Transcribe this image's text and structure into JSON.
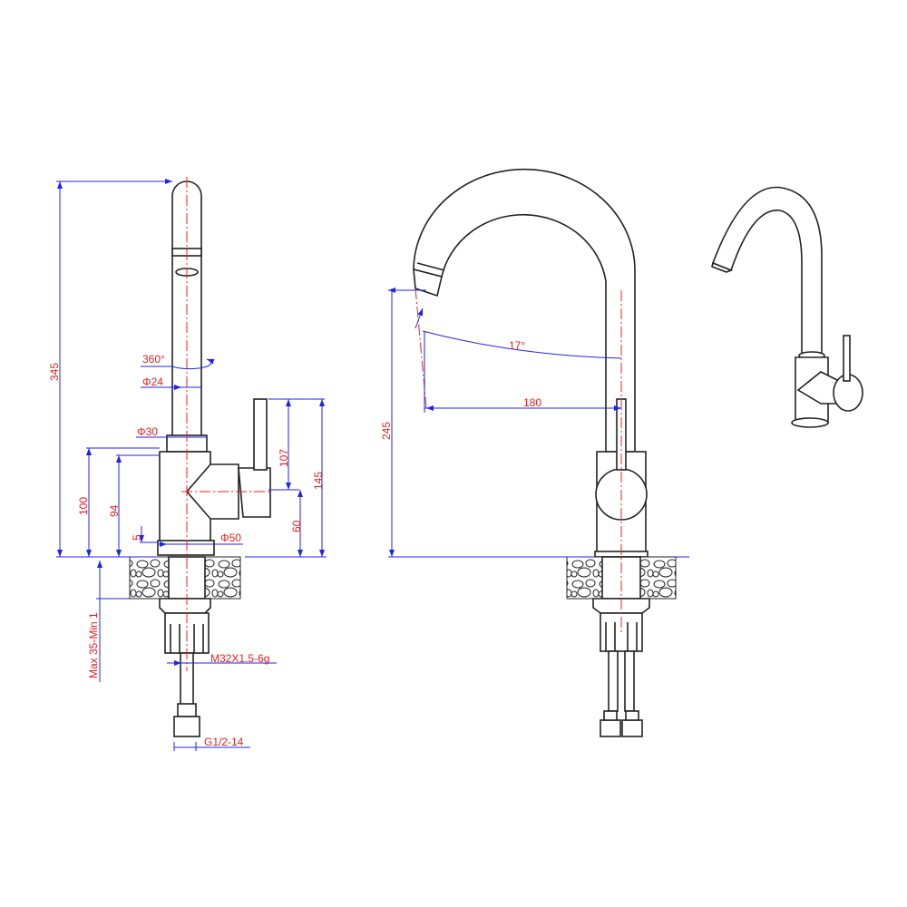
{
  "title": "Kitchen faucet technical drawing",
  "colors": {
    "outline": "#222222",
    "dimension": "#2222ee",
    "label": "#e41e1e"
  },
  "side_view": {
    "height_total": "345",
    "rotation": "360°",
    "spout_diameter": "Φ24",
    "collar_diameter": "Φ30",
    "body_height": "100",
    "body_height_inner": "94",
    "base_height": "5",
    "base_diameter": "Φ50",
    "lever_length": "107",
    "lever_top_height": "145",
    "handle_axis_height": "60",
    "counter_thickness": "Max 35-Min 1",
    "shank_thread": "M32X1.5-6g",
    "hose_thread": "G1/2-14"
  },
  "front_view": {
    "spout_angle": "17°",
    "spout_reach": "180",
    "spout_height": "245"
  }
}
